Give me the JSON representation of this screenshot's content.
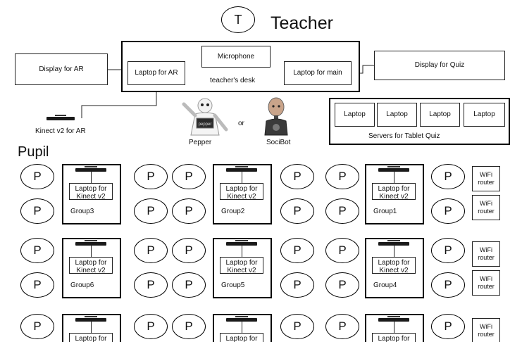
{
  "teacher": {
    "symbol": "T",
    "label": "Teacher"
  },
  "desk": {
    "label": "teacher's desk",
    "microphone": "Microphone",
    "laptop_ar": "Laptop for AR",
    "laptop_main": "Laptop for main"
  },
  "display_ar": "Display for AR",
  "display_quiz": "Display for Quiz",
  "kinect_ar": "Kinect v2 for AR",
  "robots": {
    "pepper": "Pepper",
    "pepper_tablet": "pepper",
    "or": "or",
    "socibot": "SociBot"
  },
  "servers": {
    "laptops": [
      "Laptop",
      "Laptop",
      "Laptop",
      "Laptop"
    ],
    "label": "Servers for Tablet Quiz"
  },
  "pupil": {
    "label": "Pupil",
    "symbol": "P"
  },
  "group_laptop": "Laptop for Kinect v2",
  "groups": [
    "Group3",
    "Group2",
    "Group1",
    "Group6",
    "Group5",
    "Group4"
  ],
  "wifi": "WiFi router"
}
